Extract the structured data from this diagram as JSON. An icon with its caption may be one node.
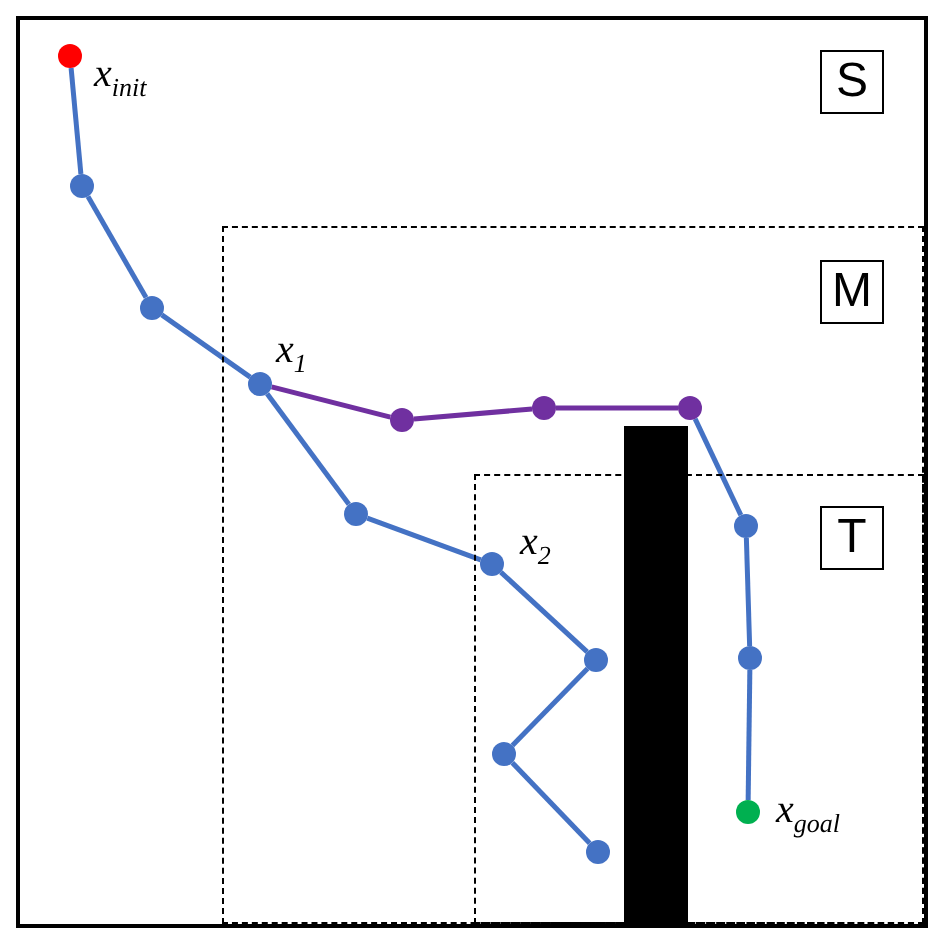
{
  "diagram": {
    "nodes": [
      {
        "text": [
          "S"
        ]
      },
      {
        "text": [
          "M"
        ],
        "in": 0
      },
      {
        "text": [
          "T"
        ],
        "in": 1
      },
      {
        "text": [],
        "shape": "circle",
        "beside": [
          "x$_{init}$"
        ],
        "in": 0
      },
      {
        "text": [],
        "shape": "circle",
        "in": 0
      },
      {
        "text": [],
        "shape": "circle",
        "in": 0
      },
      {
        "text": [],
        "shape": "circle",
        "beside": [
          "x$_{1}$"
        ],
        "in": 1
      },
      {
        "text": [],
        "shape": "circle",
        "in": 1
      },
      {
        "text": [],
        "shape": "circle",
        "in": 1
      },
      {
        "text": [],
        "shape": "circle",
        "in": 1
      },
      {
        "text": [],
        "shape": "circle",
        "in": 2
      },
      {
        "text": [],
        "shape": "circle",
        "in": 2
      },
      {
        "text": [],
        "shape": "circle",
        "beside": [
          "x$_{goal}$"
        ],
        "in": 2
      },
      {
        "text": [],
        "shape": "circle",
        "in": 1
      },
      {
        "text": [],
        "shape": "circle",
        "beside": [
          "x$_{2}$"
        ],
        "in": 2
      },
      {
        "text": [],
        "shape": "circle",
        "in": 2
      },
      {
        "text": [],
        "shape": "circle",
        "in": 2
      },
      {
        "text": [],
        "shape": "circle",
        "in": 2
      },
      {
        "text": [],
        "shape": "bar",
        "in": 1
      }
    ],
    "edges": [
      {
        "from": 3,
        "to": 4,
        "arrow": "none"
      },
      {
        "from": 4,
        "to": 5,
        "arrow": "none"
      },
      {
        "from": 5,
        "to": 6,
        "arrow": "none"
      },
      {
        "from": 6,
        "to": 7,
        "arrow": "none",
        "color": "#7030a0"
      },
      {
        "from": 7,
        "to": 8,
        "arrow": "none",
        "color": "#7030a0"
      },
      {
        "from": 8,
        "to": 9,
        "arrow": "none",
        "color": "#7030a0"
      },
      {
        "from": 9,
        "to": 10,
        "arrow": "none"
      },
      {
        "from": 10,
        "to": 11,
        "arrow": "none"
      },
      {
        "from": 11,
        "to": 12,
        "arrow": "none"
      },
      {
        "from": 6,
        "to": 13,
        "arrow": "none"
      },
      {
        "from": 13,
        "to": 14,
        "arrow": "none"
      },
      {
        "from": 14,
        "to": 15,
        "arrow": "none"
      },
      {
        "from": 15,
        "to": 16,
        "arrow": "none"
      },
      {
        "from": 16,
        "to": 17,
        "arrow": "none"
      }
    ]
  }
}
